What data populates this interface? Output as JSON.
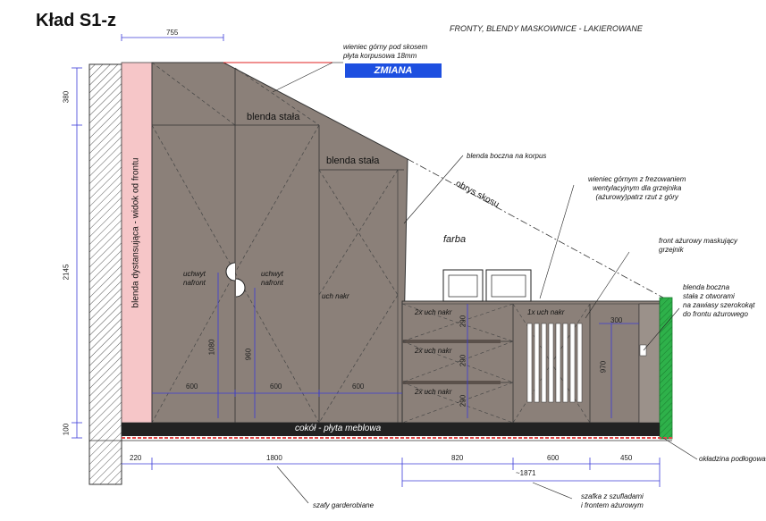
{
  "title": "Kład S1-z",
  "header": "FRONTY, BLENDY MASKOWNICE - LAKIEROWANE",
  "badge": "ZMIANA",
  "labels": {
    "wieniec_gorny": "wieniec górny pod skosem",
    "plyta_korpusowa": "płyta korpusowa 18mm",
    "blenda_stala_1": "blenda stała",
    "blenda_stala_2": "blenda stała",
    "blenda_boczna_korpus": "blenda boczna na korpus",
    "obrys_skosu": "obrys skosu",
    "farba": "farba",
    "wieniec_frez_1": "wieniec górnym z frezowaniem",
    "wieniec_frez_2": "wentylacyjnym dla grzejnika",
    "wieniec_frez_3": "(ażurowy)patrz rzut z góry",
    "front_azurowy_1": "front ażurowy maskujący",
    "front_azurowy_2": "grzejnik",
    "blenda_otwory_1": "blenda boczna",
    "blenda_otwory_2": "stała z otworami",
    "blenda_otwory_3": "na zawiasy szerokokąt",
    "blenda_otwory_4": "do frontu ażurowego",
    "blenda_dystansujaca": "blenda dystansująca - widok od frontu",
    "uchwyt_1a": "uchwyt",
    "uchwyt_1b": "nafront",
    "uchwyt_2a": "uchwyt",
    "uchwyt_2b": "nafront",
    "uch_nakr": "uch nakr",
    "drawer_1": "2x uch nakr",
    "drawer_2": "2x uch nakr",
    "drawer_3": "2x uch nakr",
    "drawer_right": "1x uch nakr",
    "cokol": "cokół - płyta meblowa",
    "okladzina": "okładzina podłogowa",
    "szafy": "szafy garderobiane",
    "szafka_1": "szafka z szufladami",
    "szafka_2": "i frontem ażurowym"
  },
  "dimensions": {
    "top_755": "755",
    "left_380": "380",
    "left_2145": "2145",
    "left_100": "100",
    "h_1080": "1080",
    "h_960": "960",
    "w_600a": "600",
    "w_600b": "600",
    "w_600c": "600",
    "d_290a": "290",
    "d_290b": "290",
    "d_290c": "290",
    "w_300": "300",
    "h_970": "970",
    "b_220": "220",
    "b_1800": "1800",
    "b_820": "820",
    "b_600": "600",
    "b_450": "450",
    "b_1871": "~1871"
  },
  "colors": {
    "front": "#8b8079",
    "pink": "#f6c6c8",
    "plinth": "#222222",
    "floor": "#e04848",
    "green": "#2eb14a",
    "dim": "#3b3bd8",
    "badge": "#1d4fe0"
  }
}
